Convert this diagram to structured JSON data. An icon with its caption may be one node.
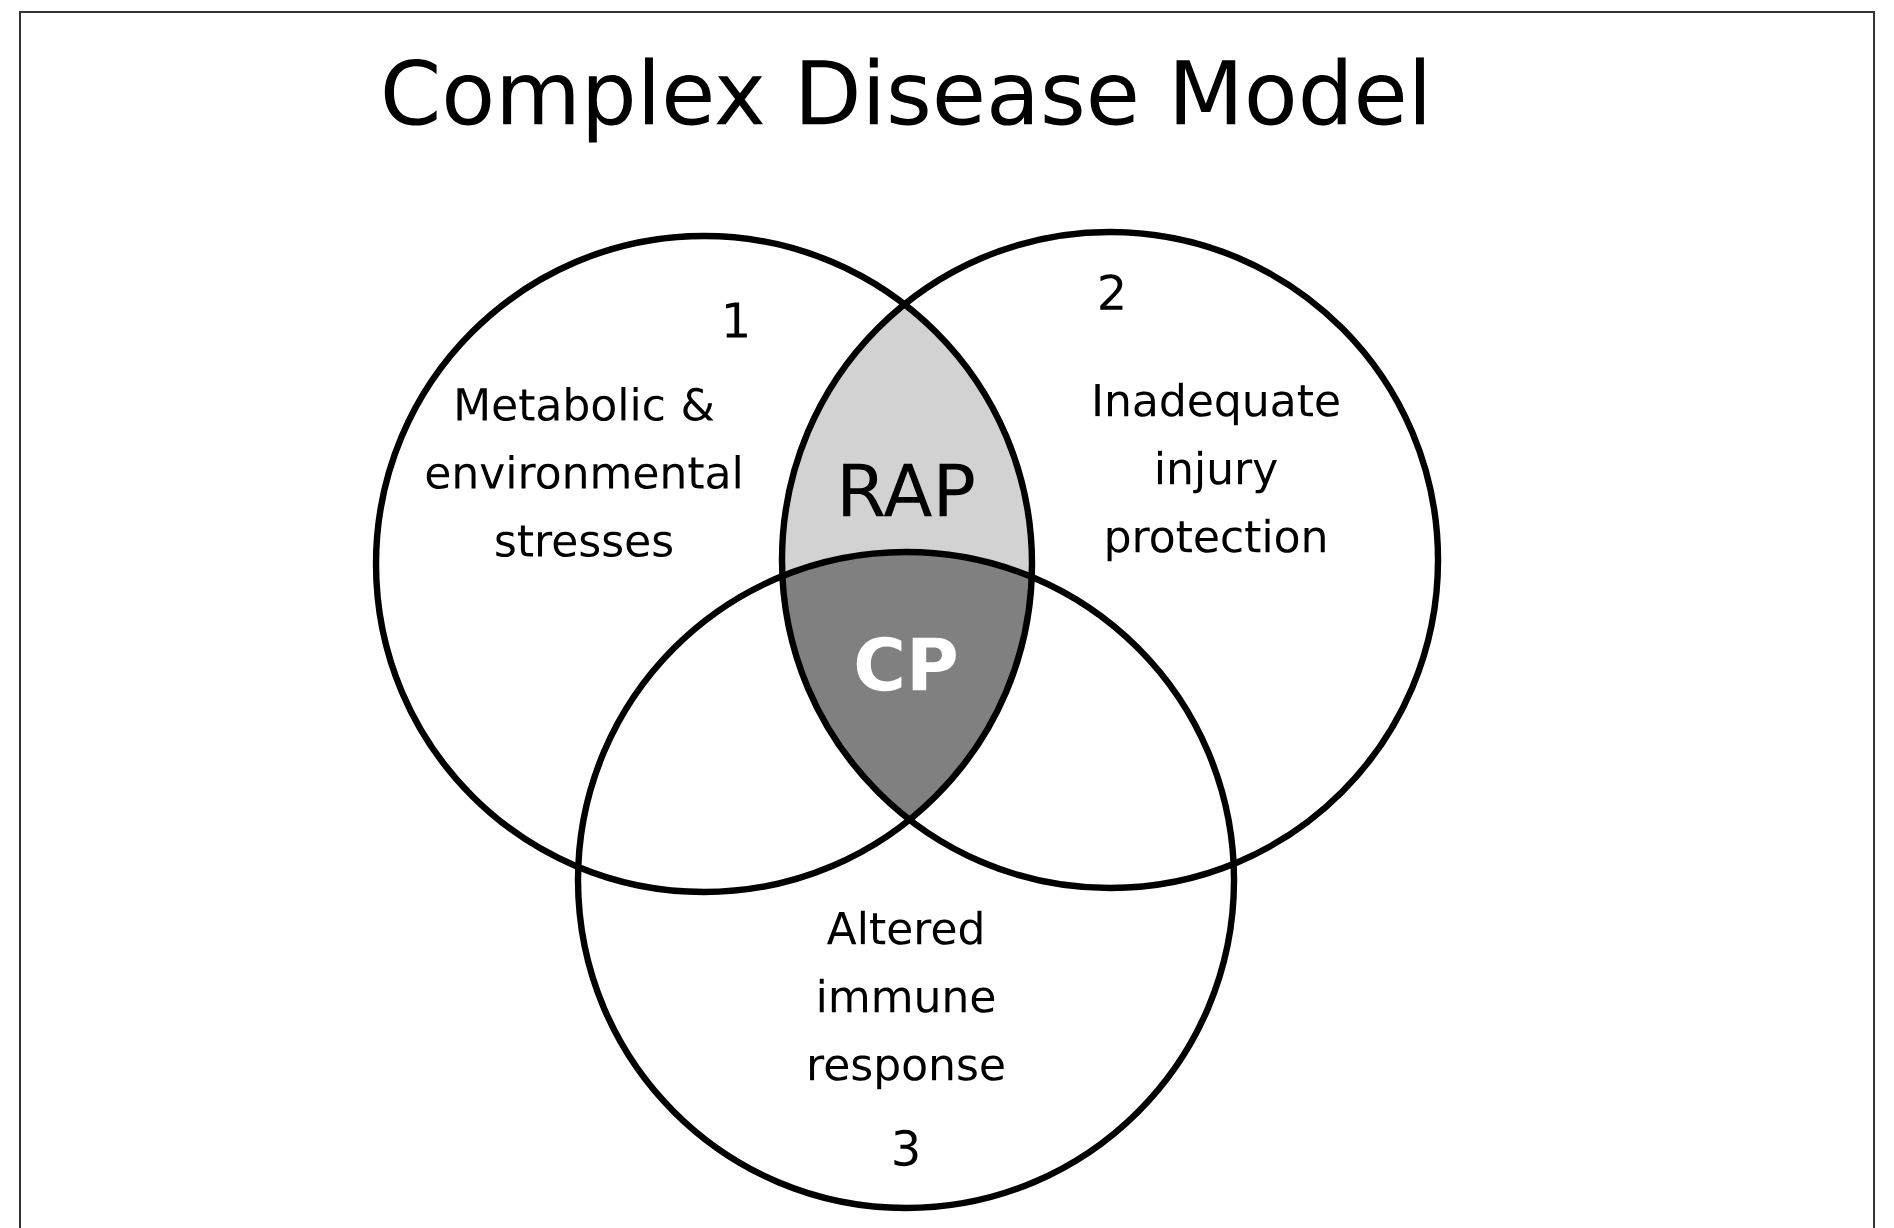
{
  "diagram": {
    "title": "Complex Disease Model",
    "nodes": [
      {
        "text": [
          "1",
          "Metabolic & environmental stresses"
        ]
      },
      {
        "text": [
          "2",
          "Inadequate injury protection"
        ]
      },
      {
        "text": [
          "Altered immune response",
          "3"
        ]
      },
      {
        "text": [
          "RAP"
        ]
      },
      {
        "text": [
          "CP"
        ]
      }
    ],
    "edges": []
  }
}
